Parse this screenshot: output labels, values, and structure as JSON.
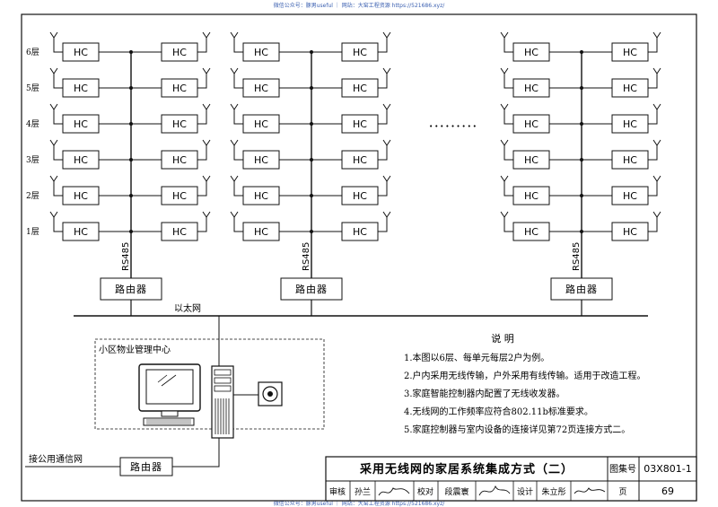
{
  "watermark": {
    "top": "微信公众号：豚男useful ｜ 网站：大窑工程资源 https://521686.xyz/",
    "bottom": "微信公众号：豚男useful ｜ 网站：大窑工程资源 https://521686.xyz/"
  },
  "floors": [
    "6层",
    "5层",
    "4层",
    "3层",
    "2层",
    "1层"
  ],
  "controller_label": "HC",
  "bus_label": "RS485",
  "router_label": "路由器",
  "ellipsis": "·········",
  "ethernet_label": "以太网",
  "mgmt_center_label": "小区物业管理中心",
  "public_network_label": "接公用通信网",
  "notes": {
    "title": "说  明",
    "items": [
      "1.本图以6层、每单元每层2户为例。",
      "2.户内采用无线传输，户外采用有线传输。适用于改造工程。",
      "3.家庭智能控制器内配置了无线收发器。",
      "4.无线网的工作频率应符合802.11b标准要求。",
      "5.家庭控制器与室内设备的连接详见第72页连接方式二。"
    ]
  },
  "title_block": {
    "title": "采用无线网的家居系统集成方式（二）",
    "atlas_label": "图集号",
    "atlas_number": "03X801-1",
    "review_label": "审核",
    "reviewer": "孙兰",
    "check_label": "校对",
    "checker": "段震寰",
    "design_label": "设计",
    "designer": "朱立彤",
    "page_label": "页",
    "page_number": "69"
  }
}
